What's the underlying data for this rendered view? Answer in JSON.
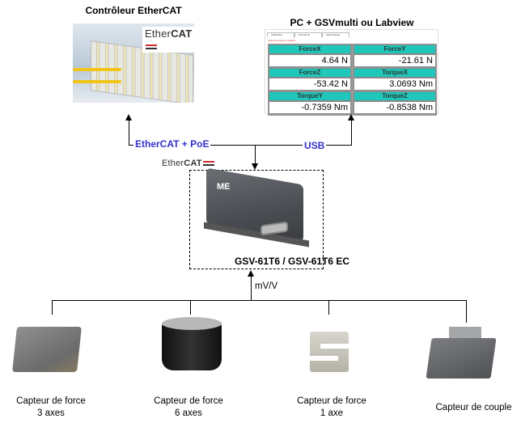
{
  "controller": {
    "title": "Contrôleur EtherCAT",
    "logo_text_light": "Ether",
    "logo_text_bold": "CAT"
  },
  "pc": {
    "title": "PC + GSVmulti ou Labview",
    "tabs": [
      "Calibration",
      "Encoder E",
      "Data Display"
    ],
    "warning": "Multi-axis sensor enabled",
    "readings": [
      {
        "label": "ForceX",
        "value": "4.64 N"
      },
      {
        "label": "ForceY",
        "value": "-21.61 N"
      },
      {
        "label": "ForceZ",
        "value": "-53.42 N"
      },
      {
        "label": "TorqueX",
        "value": "3.0693 Nm"
      },
      {
        "label": "TorqueY",
        "value": "-0.7359 Nm"
      },
      {
        "label": "TorqueZ",
        "value": "-0.8538 Nm"
      }
    ],
    "header_color": "#1ec7b9"
  },
  "connections": {
    "ethercat_label": "EtherCAT + PoE",
    "usb_label": "USB",
    "signal_label": "mV/V",
    "label_color": "#3333cc"
  },
  "device": {
    "model": "GSV-61T6 / GSV-61T6 EC",
    "logo_light": "Ether",
    "logo_bold": "CAT",
    "brand_mark": "ME"
  },
  "sensors": [
    {
      "line1": "Capteur de force",
      "line2": "3 axes"
    },
    {
      "line1": "Capteur de force",
      "line2": "6 axes"
    },
    {
      "line1": "Capteur de force",
      "line2": "1 axe"
    },
    {
      "line1": "Capteur de couple",
      "line2": ""
    }
  ]
}
